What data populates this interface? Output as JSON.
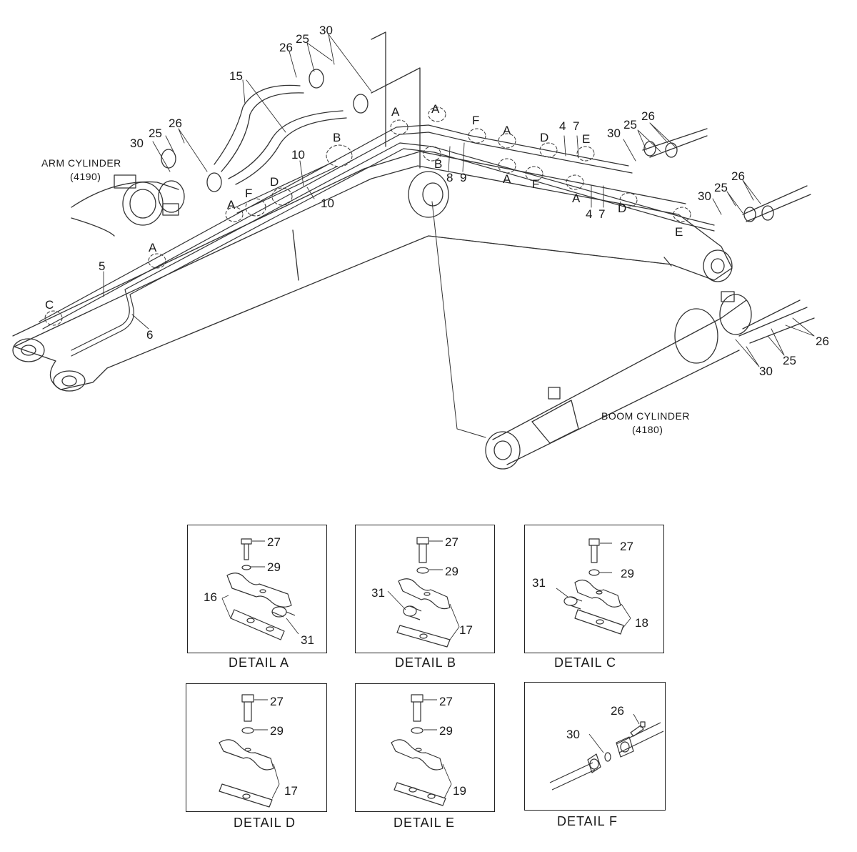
{
  "main": {
    "arm_cylinder": {
      "name": "ARM CYLINDER",
      "code": "(4190)"
    },
    "boom_cylinder": {
      "name": "BOOM CYLINDER",
      "code": "(4180)"
    },
    "callouts": [
      "30",
      "26",
      "25",
      "15",
      "30",
      "25",
      "26",
      "10",
      "B",
      "10",
      "D",
      "F",
      "A",
      "A",
      "5",
      "C",
      "6",
      "A",
      "A",
      "F",
      "A",
      "D",
      "4",
      "7",
      "E",
      "30",
      "25",
      "26",
      "B",
      "8",
      "9",
      "A",
      "F",
      "A",
      "4",
      "7",
      "D",
      "E",
      "30",
      "25",
      "26",
      "26",
      "25",
      "30"
    ]
  },
  "details": [
    {
      "caption": "DETAIL  A",
      "labels": [
        "27",
        "29",
        "16",
        "31"
      ]
    },
    {
      "caption": "DETAIL  B",
      "labels": [
        "27",
        "29",
        "31",
        "17"
      ]
    },
    {
      "caption": "DETAIL  C",
      "labels": [
        "27",
        "29",
        "31",
        "18"
      ]
    },
    {
      "caption": "DETAIL  D",
      "labels": [
        "27",
        "29",
        "17"
      ]
    },
    {
      "caption": "DETAIL  E",
      "labels": [
        "27",
        "29",
        "19"
      ]
    },
    {
      "caption": "DETAIL  F",
      "labels": [
        "26",
        "30"
      ]
    }
  ]
}
